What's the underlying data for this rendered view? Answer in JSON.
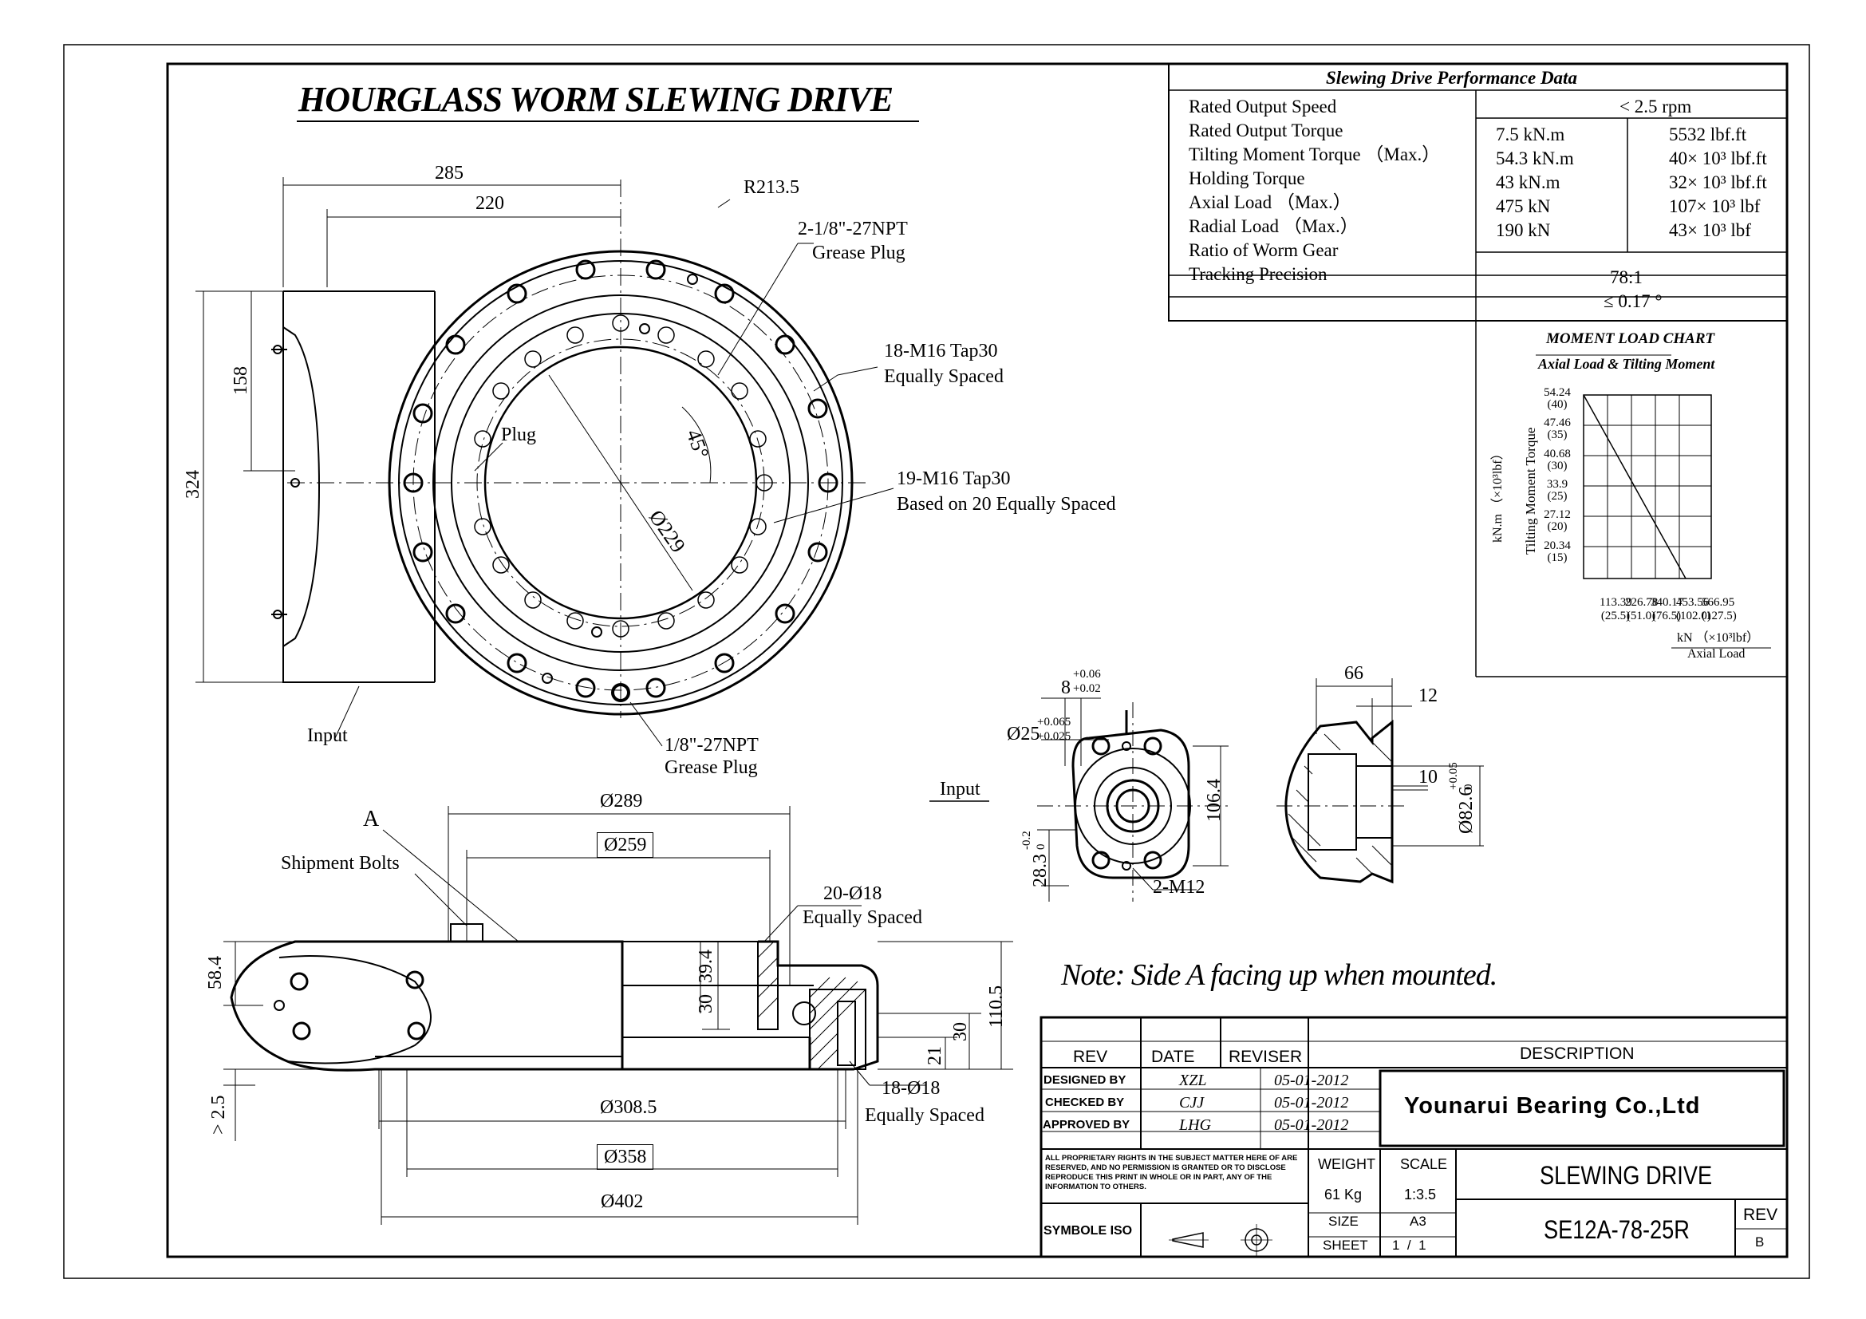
{
  "title": "HOURGLASS WORM SLEWING DRIVE",
  "top_view": {
    "dim_285": "285",
    "dim_220": "220",
    "dim_158": "158",
    "dim_324": "324",
    "r213": "R213.5",
    "grease_plug_top_code": "2-1/8\"-27NPT",
    "grease_plug_top_label": "Grease Plug",
    "m16_18": "18-M16 Tap30",
    "m16_18_sub": "Equally Spaced",
    "plug": "Plug",
    "angle_45": "45°",
    "dia_229": "Ø229",
    "m16_19": "19-M16 Tap30",
    "m16_19_sub": "Based on 20 Equally Spaced",
    "input": "Input",
    "grease_plug_bottom_code": "1/8\"-27NPT",
    "grease_plug_bottom_label": "Grease Plug"
  },
  "side_view": {
    "a_label": "A",
    "shipment_bolts": "Shipment Bolts",
    "dia_289": "Ø289",
    "dia_259": "Ø259",
    "holes_20": "20-Ø18",
    "holes_20_sub": "Equally Spaced",
    "dim_58_4": "58.4",
    "dim_39_4": "39.4",
    "dim_30a": "30",
    "dim_110_5": "110.5",
    "dim_30b": "30",
    "dim_21": "21",
    "dim_2_5": "> 2.5",
    "dia_308_5": "Ø308.5",
    "holes_18": "18-Ø18",
    "holes_18_sub": "Equally Spaced",
    "dia_358": "Ø358",
    "dia_402": "Ø402",
    "input": "Input"
  },
  "input_view": {
    "key_w": "8",
    "key_tol_top": "+0.06",
    "key_tol_bot": "+0.02",
    "shaft_d": "Ø25",
    "shaft_tol_top": "+0.065",
    "shaft_tol_bot": "+0.025",
    "dim_106_4": "106.4",
    "dim_28_3": "28.3",
    "dim_28_3_tol_top": "-0.2",
    "dim_28_3_tol_bot": "0",
    "m12": "2-M12"
  },
  "section_view": {
    "dim_66": "66",
    "dim_12": "12",
    "dim_10": "10",
    "dia_82_6": "Ø82.6",
    "dia_82_6_tol_top": "+0.05",
    "dia_82_6_tol_bot": "0"
  },
  "note": "Note: Side A facing up when mounted.",
  "performance": {
    "title": "Slewing Drive Performance Data",
    "rows": [
      {
        "label": "Rated Output Speed",
        "v1": "< 2.5 rpm",
        "v2": ""
      },
      {
        "label": "Rated Output Torque",
        "v1": "7.5 kN.m",
        "v2": "5532 lbf.ft"
      },
      {
        "label": "Tilting Moment Torque （Max.）",
        "v1": "54.3 kN.m",
        "v2": "40× 10³ lbf.ft"
      },
      {
        "label": "Holding Torque",
        "v1": "43 kN.m",
        "v2": "32× 10³ lbf.ft"
      },
      {
        "label": "Axial Load （Max.）",
        "v1": "475 kN",
        "v2": "107× 10³ lbf"
      },
      {
        "label": "Radial Load （Max.）",
        "v1": "190 kN",
        "v2": "43× 10³ lbf"
      },
      {
        "label": "Ratio of Worm Gear",
        "v1": "",
        "v2": ""
      },
      {
        "label": "Tracking Precision",
        "v1": "78:1",
        "v2": ""
      },
      {
        "label": "",
        "v1": "≤ 0.17 °",
        "v2": ""
      }
    ]
  },
  "chart_data": {
    "type": "line",
    "title": "MOMENT LOAD CHART",
    "subtitle": "Axial Load & Tilting Moment",
    "ylabel": "Tilting Moment Torque",
    "ylabel_units": "kN.m （×10³lbf）",
    "xlabel_units": "kN （×10³lbf）",
    "xlabel": "Axial Load",
    "y_ticks": [
      {
        "value": "54.24",
        "alt": "(40)"
      },
      {
        "value": "47.46",
        "alt": "(35)"
      },
      {
        "value": "40.68",
        "alt": "(30)"
      },
      {
        "value": "33.9",
        "alt": "(25)"
      },
      {
        "value": "27.12",
        "alt": "(20)"
      },
      {
        "value": "20.34",
        "alt": "(15)"
      }
    ],
    "x_ticks": [
      {
        "value": "113.39",
        "alt": "(25.5)"
      },
      {
        "value": "226.78",
        "alt": "(51.0)"
      },
      {
        "value": "340.17",
        "alt": "(76.5)"
      },
      {
        "value": "453.56",
        "alt": "(102.0)"
      },
      {
        "value": "566.95",
        "alt": "(127.5)"
      }
    ],
    "series": [
      {
        "x": [
          0,
          453.56
        ],
        "y": [
          54.24,
          0
        ]
      }
    ],
    "xlim": [
      0,
      566.95
    ],
    "ylim": [
      13.56,
      54.24
    ],
    "grid": true
  },
  "title_block": {
    "rev_h": "REV",
    "date_h": "DATE",
    "reviser_h": "REVISER",
    "description_h": "DESCRIPTION",
    "designed_by": "DESIGNED BY",
    "designed_name": "XZL",
    "designed_date": "05-01-2012",
    "checked_by": "CHECKED BY",
    "checked_name": "CJJ",
    "checked_date": "05-01-2012",
    "approved_by": "APPROVED BY",
    "approved_name": "LHG",
    "approved_date": "05-01-2012",
    "company": "Younarui Bearing Co.,Ltd",
    "rights": "ALL PROPRIETARY RIGHTS IN THE SUBJECT MATTER HERE OF ARE RESERVED, AND NO PERMISSION IS GRANTED OR TO DISCLOSE REPRODUCE THIS PRINT IN WHOLE OR IN PART, ANY OF THE INFORMATION TO OTHERS.",
    "weight_h": "WEIGHT",
    "weight": "61 Kg",
    "scale_h": "SCALE",
    "scale": "1:3.5",
    "size_h": "SIZE",
    "size": "A3",
    "sheet_h": "SHEET",
    "sheet": "1  /  1",
    "symbol_iso": "SYMBOLE ISO",
    "drawing_title": "SLEWING DRIVE",
    "part_no": "SE12A-78-25R",
    "rev_label": "REV",
    "rev": "B"
  }
}
